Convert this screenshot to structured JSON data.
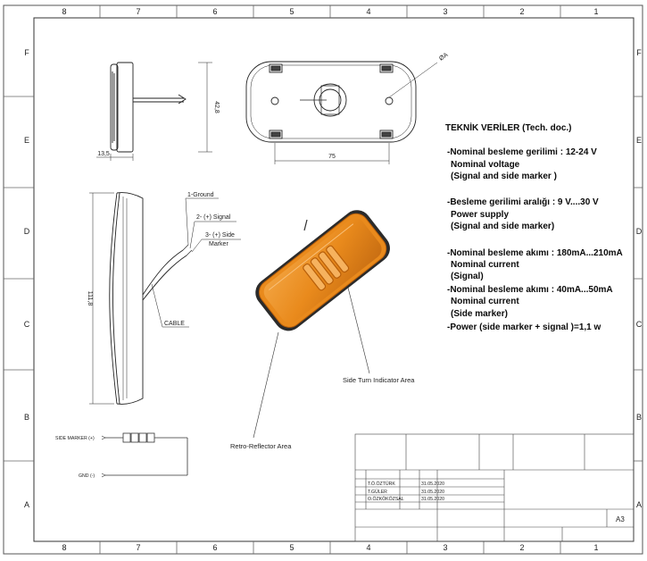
{
  "border": {
    "columns": [
      "8",
      "7",
      "6",
      "5",
      "4",
      "3",
      "2",
      "1"
    ],
    "rows": [
      "F",
      "E",
      "D",
      "C",
      "B",
      "A"
    ]
  },
  "dimensions": {
    "width_13_5": "13,5",
    "height_42_8": "42,8",
    "width_75": "75",
    "height_111_8": "111,8",
    "hole": "ØA"
  },
  "callouts": {
    "ground": "1-Ground",
    "signal": "2- (+) Signal",
    "side_marker_1": "3- (+) Side",
    "side_marker_2": "Marker",
    "cable": "CABLE",
    "side_turn": "Side Turn Indicator Area",
    "retro": "Retro-Reflector Area"
  },
  "circuit": {
    "side_marker": "SIDE MARKER  (+)",
    "gnd": "GND (-)"
  },
  "spec": {
    "title": "TEKNİK VERİLER (Tech. doc.)",
    "l1": "-Nominal besleme gerilimi :   12-24 V",
    "l2": "Nominal voltage",
    "l3": "(Signal and side marker )",
    "l4": "-Besleme gerilimi aralığı : 9 V....30 V",
    "l5": "Power supply",
    "l6": "(Signal and side marker)",
    "l7": "-Nominal besleme akımı : 180mA...210mA",
    "l8": "Nominal current",
    "l9": "(Signal)",
    "l10": "-Nominal besleme akımı : 40mA...50mA",
    "l11": "Nominal current",
    "l12": "(Side marker)",
    "l13": "-Power (side marker + signal )=1,1 w"
  },
  "title_block": {
    "date1": "31.05.2020",
    "date2": "31.05.2020",
    "date3": "31.05.2020",
    "name1": "T.Ö.ÖZTÜRK",
    "name2": "T.GÜLER",
    "name3": "O.ÖZKÖKÖZSAL",
    "size": "A3"
  },
  "colors": {
    "amber": "#e98a1c",
    "amber_dark": "#b85f0a",
    "housing": "#2b2b2b",
    "line": "#333333"
  }
}
